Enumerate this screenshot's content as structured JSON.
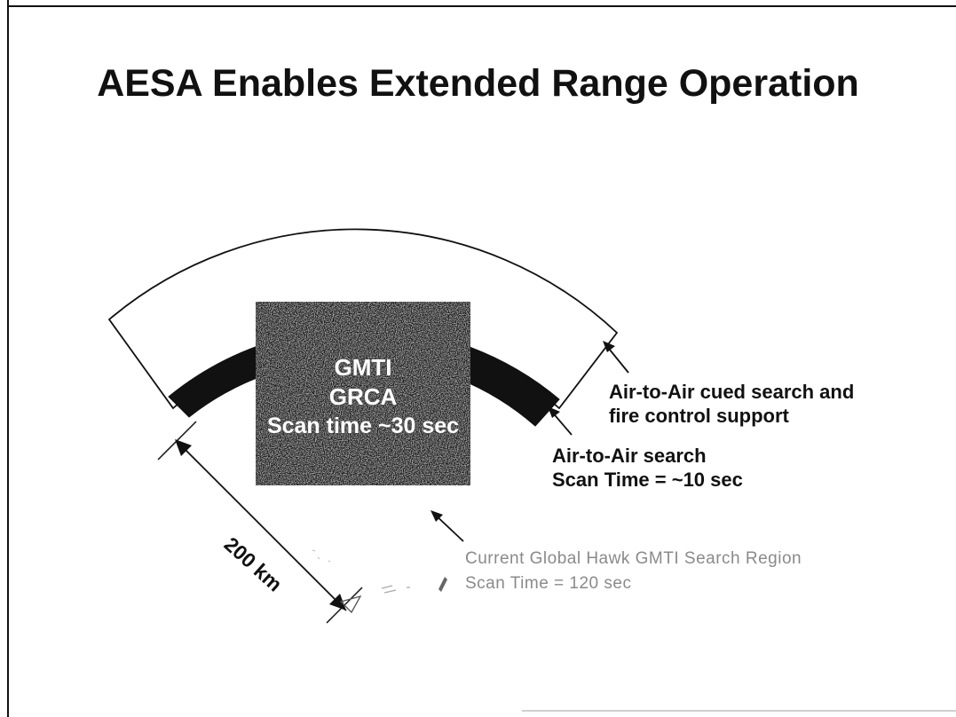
{
  "title": "AESA Enables Extended Range Operation",
  "gmti_box": {
    "line1": "GMTI",
    "line2": "GRCA",
    "line3": "Scan time ~30 sec"
  },
  "labels": {
    "cued_search_line1": "Air-to-Air cued search and",
    "cued_search_line2": "fire control support",
    "search_line1": "Air-to-Air search",
    "search_line2": "Scan Time = ~10 sec",
    "global_hawk_line1": "Current Global Hawk GMTI Search Region",
    "global_hawk_line2": "Scan Time = 120 sec",
    "range": "200 km"
  },
  "colors": {
    "band": "#111111",
    "box": "#1c1c1c",
    "faded_text": "#8a8a8a"
  }
}
